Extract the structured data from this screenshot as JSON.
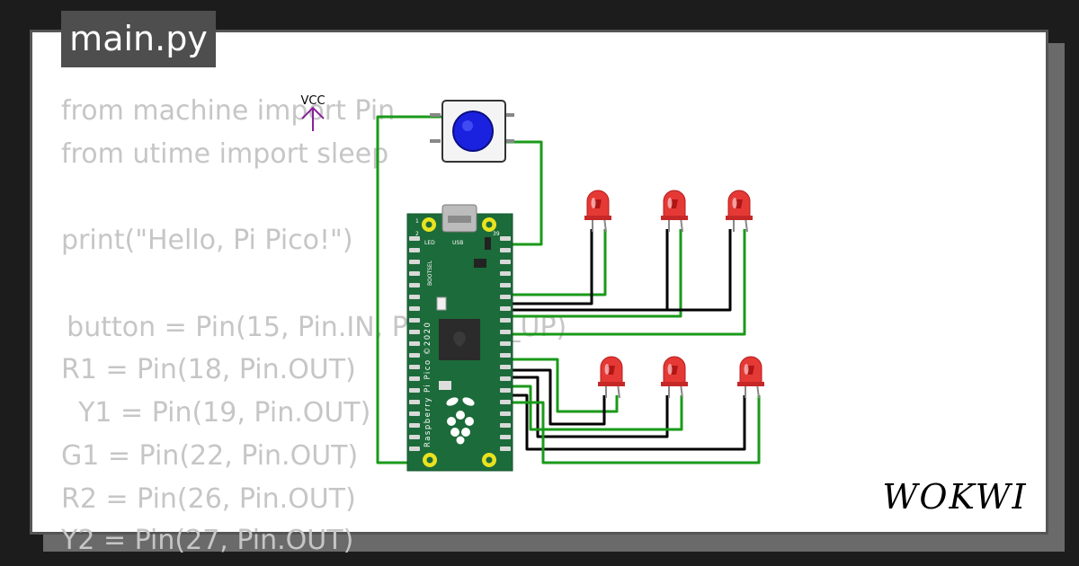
{
  "file_tab": {
    "label": "main.py"
  },
  "code_lines": [
    "from machine import Pin",
    "from utime import sleep",
    "",
    "print(\"Hello, Pi Pico!\")",
    "",
    "    button = Pin(15, Pin.IN, Pin.PULL_UP)",
    "R1 = Pin(18, Pin.OUT)",
    "  Y1 = Pin(19, Pin.OUT)",
    "G1 = Pin(22, Pin.OUT)",
    "R2 = Pin(26, Pin.OUT)",
    "Y2 = Pin(27, Pin.OUT)"
  ],
  "circuit": {
    "vcc_label": "VCC",
    "board": {
      "name": "Raspberry Pi Pico ©2020",
      "usb_label": "USB",
      "led_label": "LED",
      "bootsel_label": "BOOTSEL",
      "pin_labels": [
        "1",
        "2",
        "39"
      ]
    },
    "button": {
      "color": "#1a22e0"
    },
    "leds": [
      {
        "color": "#e53935"
      },
      {
        "color": "#e53935"
      },
      {
        "color": "#e53935"
      },
      {
        "color": "#e53935"
      },
      {
        "color": "#e53935"
      },
      {
        "color": "#e53935"
      }
    ],
    "colors": {
      "board": "#1c6b3a",
      "wire_green": "#1a9a1a",
      "wire_black": "#000000",
      "vcc": "#8a1f9a",
      "pad": "#e9e21e"
    }
  },
  "brand": {
    "logo_text": "WOKWI"
  }
}
